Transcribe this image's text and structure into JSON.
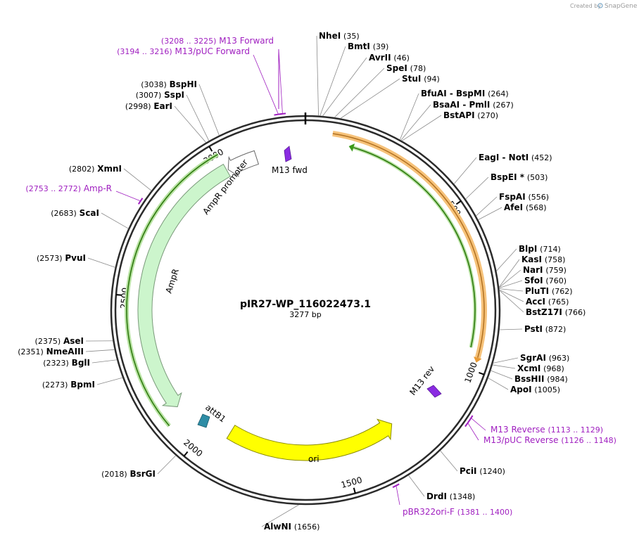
{
  "watermark": {
    "created_by": "Created by",
    "brand": "SnapGene"
  },
  "plasmid": {
    "name": "pIR27-WP_116022473.1",
    "length_label": "3277 bp",
    "length": 3277
  },
  "ticks": [
    "500",
    "1000",
    "1500",
    "2000",
    "2500",
    "3000"
  ],
  "enzymes": [
    {
      "name": "NheI",
      "pos": "(35)",
      "bp": 35
    },
    {
      "name": "BmtI",
      "pos": "(39)",
      "bp": 39
    },
    {
      "name": "AvrII",
      "pos": "(46)",
      "bp": 46
    },
    {
      "name": "SpeI",
      "pos": "(78)",
      "bp": 78
    },
    {
      "name": "StuI",
      "pos": "(94)",
      "bp": 94
    },
    {
      "name": "BfuAI  - BspMI",
      "pos": "(264)",
      "bp": 264
    },
    {
      "name": "BsaAI  - PmlI",
      "pos": "(267)",
      "bp": 267
    },
    {
      "name": "BstAPI",
      "pos": "(270)",
      "bp": 270
    },
    {
      "name": "EagI  - NotI",
      "pos": "(452)",
      "bp": 452
    },
    {
      "name": "BspEI *",
      "pos": "(503)",
      "bp": 503
    },
    {
      "name": "FspAI",
      "pos": "(556)",
      "bp": 556
    },
    {
      "name": "AfeI",
      "pos": "(568)",
      "bp": 568
    },
    {
      "name": "BlpI",
      "pos": "(714)",
      "bp": 714
    },
    {
      "name": "KasI",
      "pos": "(758)",
      "bp": 758
    },
    {
      "name": "NarI",
      "pos": "(759)",
      "bp": 759
    },
    {
      "name": "SfoI",
      "pos": "(760)",
      "bp": 760
    },
    {
      "name": "PluTI",
      "pos": "(762)",
      "bp": 762
    },
    {
      "name": "AccI",
      "pos": "(765)",
      "bp": 765
    },
    {
      "name": "BstZ17I",
      "pos": "(766)",
      "bp": 766
    },
    {
      "name": "PstI",
      "pos": "(872)",
      "bp": 872
    },
    {
      "name": "SgrAI",
      "pos": "(963)",
      "bp": 963
    },
    {
      "name": "XcmI",
      "pos": "(968)",
      "bp": 968
    },
    {
      "name": "BssHII",
      "pos": "(984)",
      "bp": 984
    },
    {
      "name": "ApoI",
      "pos": "(1005)",
      "bp": 1005
    },
    {
      "name": "PciI",
      "pos": "(1240)",
      "bp": 1240
    },
    {
      "name": "DrdI",
      "pos": "(1348)",
      "bp": 1348
    },
    {
      "name": "AlwNI",
      "pos": "(1656)",
      "bp": 1656
    },
    {
      "name": "BsrGI",
      "pos": "(2018)",
      "bp": 2018
    },
    {
      "name": "BpmI",
      "pos": "(2273)",
      "bp": 2273
    },
    {
      "name": "BglI",
      "pos": "(2323)",
      "bp": 2323
    },
    {
      "name": "NmeAIII",
      "pos": "(2351)",
      "bp": 2351
    },
    {
      "name": "AseI",
      "pos": "(2375)",
      "bp": 2375
    },
    {
      "name": "PvuI",
      "pos": "(2573)",
      "bp": 2573
    },
    {
      "name": "ScaI",
      "pos": "(2683)",
      "bp": 2683
    },
    {
      "name": "XmnI",
      "pos": "(2802)",
      "bp": 2802
    },
    {
      "name": "EarI",
      "pos": "(2998)",
      "bp": 2998
    },
    {
      "name": "SspI",
      "pos": "(3007)",
      "bp": 3007
    },
    {
      "name": "BspHI",
      "pos": "(3038)",
      "bp": 3038
    }
  ],
  "primers": [
    {
      "name": "M13 Forward",
      "range": "(3208 .. 3225)"
    },
    {
      "name": "M13/pUC Forward",
      "range": "(3194 .. 3216)"
    },
    {
      "name": "Amp-R",
      "range": "(2753 .. 2772)"
    },
    {
      "name": "M13 Reverse",
      "range": "(1113 .. 1129)"
    },
    {
      "name": "M13/pUC Reverse",
      "range": "(1126 .. 1148)"
    },
    {
      "name": "pBR322ori-F",
      "range": "(1381 .. 1400)"
    }
  ],
  "features": {
    "m13_fwd": "M13 fwd",
    "m13_rev": "M13 rev",
    "ampr_promoter": "AmpR promoter",
    "ampr": "AmpR",
    "attb1": "attB1",
    "ori": "ori"
  },
  "colors": {
    "ampr": "#ccf5cc",
    "ori": "#ffff00",
    "orange_band": "#f0a640",
    "green_arrow": "#3a9a1a",
    "primer": "#a020c0",
    "attb1": "#2e8da6",
    "m13": "#8a2be2"
  }
}
